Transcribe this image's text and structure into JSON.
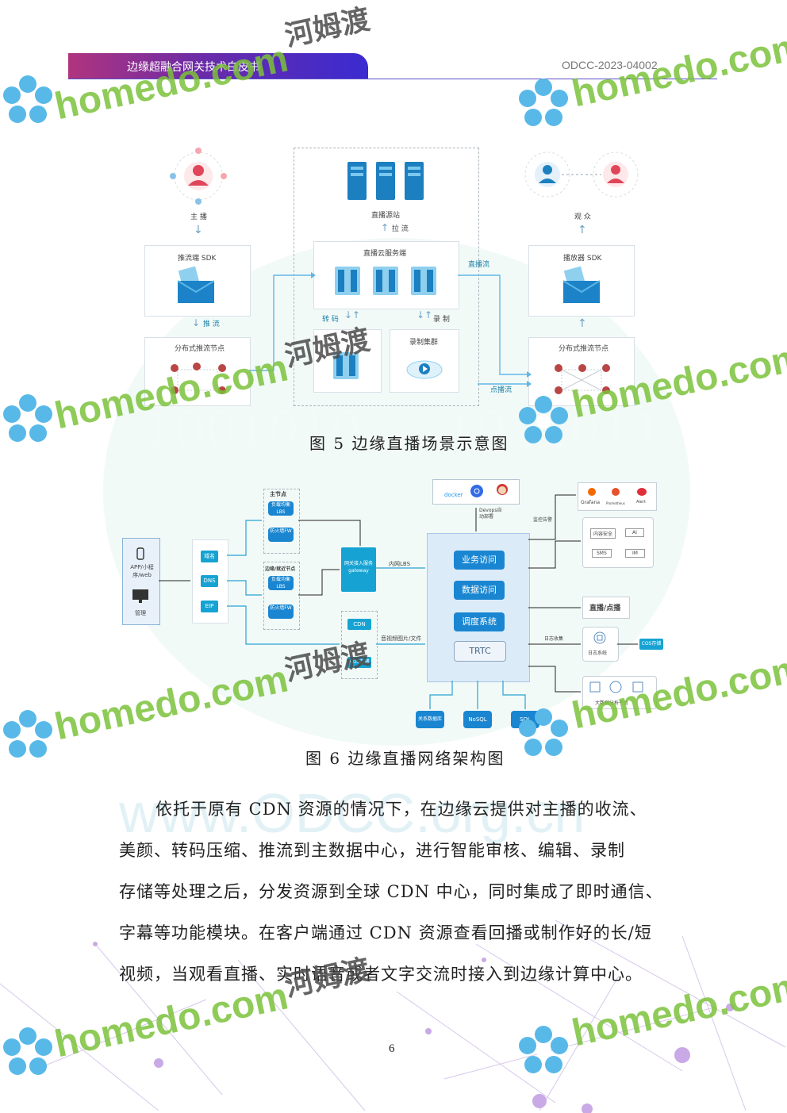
{
  "header": {
    "title": "边缘超融合网关技术白皮书",
    "doc_code": "ODCC-2023-04002"
  },
  "figure5": {
    "caption": "图 5  边缘直播场景示意图",
    "anchor": "主 播",
    "push_sdk": "推流端 SDK",
    "push": "推 流",
    "dist_node_left": "分布式推流节点",
    "origin": "直播源站",
    "pull": "拉 流",
    "cloud_server": "直播云服务端",
    "transcode": "转 码",
    "record": "录 制",
    "record_cluster": "录制集群",
    "live_stream": "直播流",
    "vod_stream": "点播流",
    "audience": "观 众",
    "player_sdk": "播放器 SDK",
    "dist_node_right": "分布式推流节点"
  },
  "figure6": {
    "caption": "图 6  边缘直播网络架构图",
    "client": "APP/小程序/web",
    "admin": "管理",
    "domain": "域名",
    "dns": "DNS",
    "eip": "EIP",
    "main_node": "主节点",
    "lb": "负载均衡LBS",
    "fw": "防火墙FW",
    "edge_node": "边缘/就近节点",
    "gateway": "网关接入服务gateway",
    "intranet": "内网LBS",
    "cdn": "CDN",
    "cos": "COS存储",
    "media_files": "音视频图片/文件",
    "docker": "docker",
    "devops": "Devops自动部署",
    "monitor": "监控告警",
    "grafana": "Grafana",
    "prometheus": "Prometheus",
    "alert": "Alert",
    "biz_access": "业务访问",
    "data_access": "数据访问",
    "scheduler": "调度系统",
    "trtc": "TRTC",
    "content_security": "内容安全",
    "ai": "AI",
    "sms": "SMS",
    "im": "IM",
    "live_vod": "直播/点播",
    "log_collect": "日志收集",
    "log_system": "日志系统",
    "cos_store": "COS存储",
    "bigdata": "大数据分析平台",
    "db_relational": "关系数据库",
    "db_nosql": "NoSQL",
    "db_sql": "SQL"
  },
  "body_lines": [
    "依托于原有 CDN 资源的情况下，在边缘云提供对主播的收流、",
    "美颜、转码压缩、推流到主数据中心，进行智能审核、编辑、录制",
    "存储等处理之后，分发资源到全球 CDN 中心，同时集成了即时通信、",
    "字幕等功能模块。在客户端通过 CDN 资源查看回播或制作好的长/短",
    "视频，当观看直播、实时语音或者文字交流时接入到边缘计算中心。"
  ],
  "page_number": "6",
  "watermarks": {
    "latin": "homedo.com",
    "chinese": "河姆渡",
    "background": "www.ODCC.org.cn",
    "binary1": "1001010",
    "binary2": "1011011"
  },
  "colors": {
    "accent_purple": "#6a2ba8",
    "diagram_blue": "#1a86d1",
    "watermark_green": "#7cc23b"
  }
}
